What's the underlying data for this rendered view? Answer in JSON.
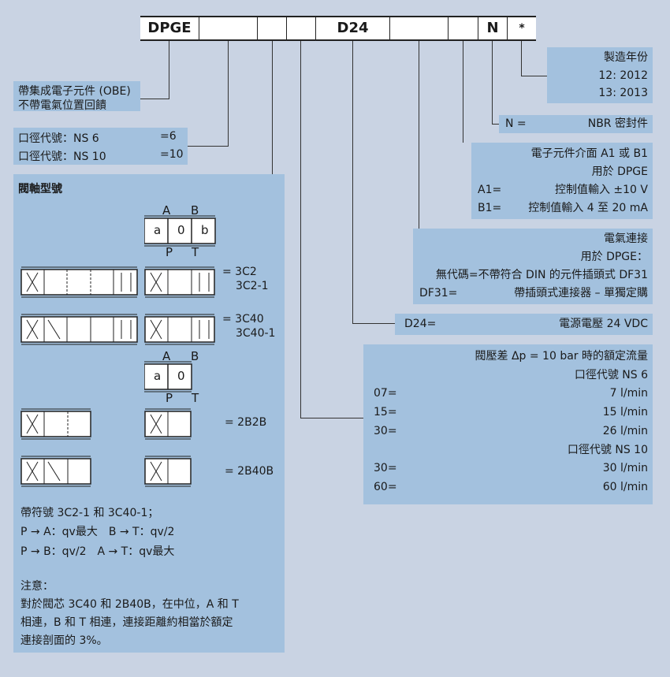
{
  "code": {
    "cells": [
      "DPGE",
      "",
      "",
      "",
      "D24",
      "",
      "",
      "N",
      "*"
    ]
  },
  "obe": {
    "line1": "帶集成電子元件 (OBE)",
    "line2": "不帶電氣位置回饋"
  },
  "size": {
    "r1l": "口徑代號：NS 6",
    "r1v": "=6",
    "r2l": "口徑代號：NS 10",
    "r2v": "=10"
  },
  "spool": {
    "title": "閥軸型號",
    "a": "a",
    "zero": "0",
    "b": "b",
    "A": "A",
    "B": "B",
    "P": "P",
    "T": "T",
    "t1a": "= 3C2",
    "t1b": "3C2-1",
    "t2a": "= 3C40",
    "t2b": "3C40-1",
    "t3": "= 2B2B",
    "t4": "= 2B40B",
    "n1": "帶符號 3C2-1 和 3C40-1；",
    "n2": "P → A：qv最大　B → T：qv/2",
    "n3": "P → B：qv/2　A → T：qv最大",
    "note_title": "注意：",
    "note1": "對於閥芯 3C40 和 2B40B，在中位，A 和 T",
    "note2": "相連，B 和 T 相連，連接距離約相當於額定",
    "note3": "連接剖面的 3%。"
  },
  "year": {
    "title": "製造年份",
    "y1": "12: 2012",
    "y2": "13: 2013"
  },
  "seal": {
    "code": "N =",
    "value": "NBR 密封件"
  },
  "iface": {
    "title": "電子元件介面 A1 或 B1",
    "sub": "用於 DPGE",
    "a1": "A1=",
    "a1v": "控制值輸入 ±10 V",
    "b1": "B1=",
    "b1v": "控制值輸入 4 至 20 mA"
  },
  "elec": {
    "title": "電氣連接",
    "sub": "用於 DPGE：",
    "r1": "無代碼=不帶符合 DIN 的元件插頭式 DF31",
    "r2l": "DF31=",
    "r2v": "帶插頭式連接器 – 單獨定購"
  },
  "volt": {
    "code": "D24=",
    "value": "電源電壓 24 VDC"
  },
  "flow": {
    "title": "閥壓差 Δp = 10 bar 時的額定流量",
    "ns6": "口徑代號 NS 6",
    "r": [
      [
        "07=",
        "7 l/min"
      ],
      [
        "15=",
        "15 l/min"
      ],
      [
        "30=",
        "26 l/min"
      ]
    ],
    "ns10": "口徑代號 NS 10",
    "r2": [
      [
        "30=",
        "30 l/min"
      ],
      [
        "60=",
        "60 l/min"
      ]
    ]
  }
}
